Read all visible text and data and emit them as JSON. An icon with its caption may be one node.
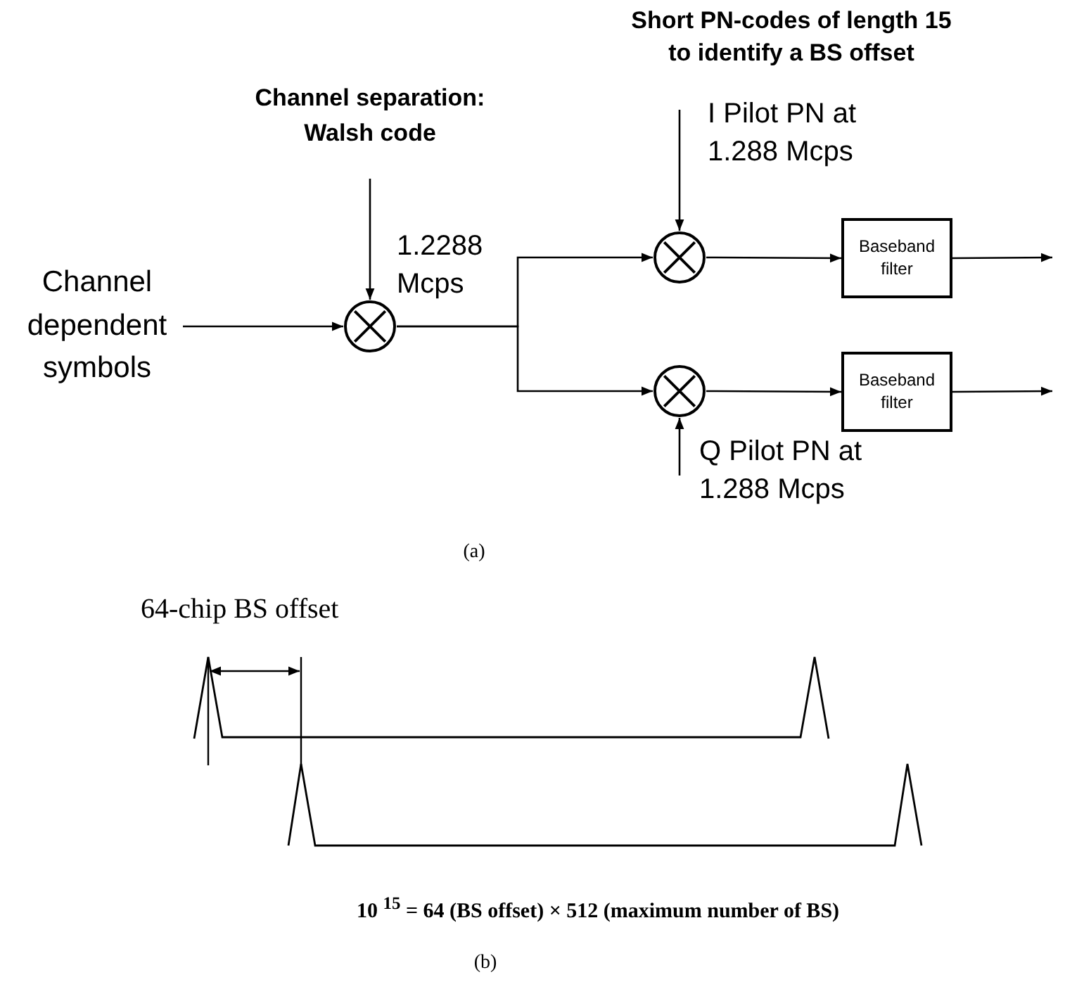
{
  "diagram": {
    "nodes": [
      {
        "text": [
          "Channel dependent symbols"
        ]
      },
      {
        "text": [
          "Channel separation: Walsh code"
        ]
      },
      {
        "text": [],
        "shape": "circle"
      },
      {
        "text": [],
        "shape": "circle"
      },
      {
        "text": [],
        "shape": "circle"
      },
      {
        "text": [
          "Baseband filter"
        ]
      },
      {
        "text": [
          "Baseband filter"
        ]
      }
    ],
    "edges": [
      {
        "from": 0,
        "to": 2,
        "arrow": "to"
      },
      {
        "from": 1,
        "to": 2,
        "arrow": "to"
      },
      {
        "from": 2,
        "to": 3,
        "arrow": "to"
      },
      {
        "from": 2,
        "to": 4,
        "arrow": "to"
      },
      {
        "from": null,
        "to": 3,
        "arrow": "to"
      },
      {
        "from": null,
        "to": 4,
        "arrow": "to"
      },
      {
        "from": 3,
        "to": 5,
        "arrow": "to"
      },
      {
        "from": 4,
        "to": 6,
        "arrow": "to"
      },
      {
        "from": 5,
        "to": null,
        "arrow": "to"
      },
      {
        "from": 6,
        "to": null,
        "arrow": "to"
      }
    ],
    "labels": [
      "Short PN-codes of length 15 to identify a BS offset",
      "I Pilot PN at 1.288 Mcps",
      "1.2288 Mcps",
      "Q Pilot PN at 1.288 Mcps",
      "(a)",
      "64-chip BS offset",
      "10 $^{15}$ = 64 (BS offset) × 512 (maximum number of BS)",
      "(b)"
    ]
  }
}
